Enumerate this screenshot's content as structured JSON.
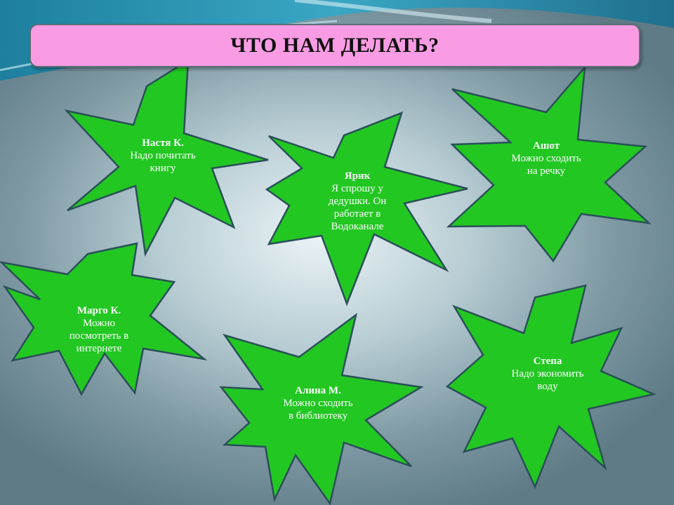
{
  "title": "ЧТО НАМ ДЕЛАТЬ?",
  "colors": {
    "star_fill": "#22c722",
    "star_stroke": "#2a4f59",
    "title_bg": "#f99ce3",
    "text": "#ffffff"
  },
  "stars": [
    {
      "name": "Настя К.",
      "lines": [
        "Надо почитать",
        "книгу"
      ]
    },
    {
      "name": "Ярик",
      "lines": [
        "Я спрошу у",
        "дедушки. Он",
        "работает в",
        "Водоканале"
      ]
    },
    {
      "name": "Ашот",
      "lines": [
        "Можно сходить",
        "на речку"
      ]
    },
    {
      "name": "Марго К.",
      "lines": [
        "Можно",
        "посмотреть в",
        "интернете"
      ]
    },
    {
      "name": "Алина М.",
      "lines": [
        "Можно сходить",
        "в библиотеку"
      ]
    },
    {
      "name": "Степа",
      "lines": [
        "Надо экономить",
        "воду"
      ]
    }
  ]
}
